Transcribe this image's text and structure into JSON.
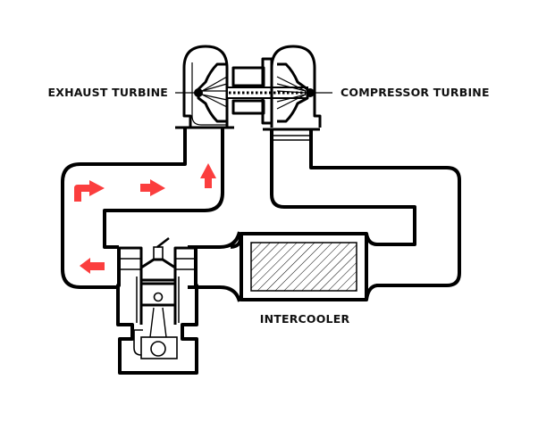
{
  "diagram": {
    "title": "Turbocharger system",
    "labels": {
      "exhaust_turbine": "EXHAUST TURBINE",
      "compressor_turbine": "COMPRESSOR TURBINE",
      "intercooler": "INTERCOOLER"
    },
    "components": [
      "exhaust-turbine",
      "compressor-turbine",
      "shaft",
      "intercooler",
      "engine-cylinder",
      "exhaust-pipe",
      "intake-pipe"
    ],
    "flow_arrows": [
      {
        "id": "arrow-1",
        "direction": "left",
        "meaning": "exhaust from engine"
      },
      {
        "id": "arrow-2",
        "direction": "up-then-right",
        "meaning": "exhaust flow"
      },
      {
        "id": "arrow-3",
        "direction": "right",
        "meaning": "exhaust flow"
      },
      {
        "id": "arrow-4",
        "direction": "up",
        "meaning": "exhaust to turbine"
      }
    ],
    "colors": {
      "line": "#000000",
      "arrow": "#fb3e3e",
      "background": "#ffffff"
    }
  }
}
